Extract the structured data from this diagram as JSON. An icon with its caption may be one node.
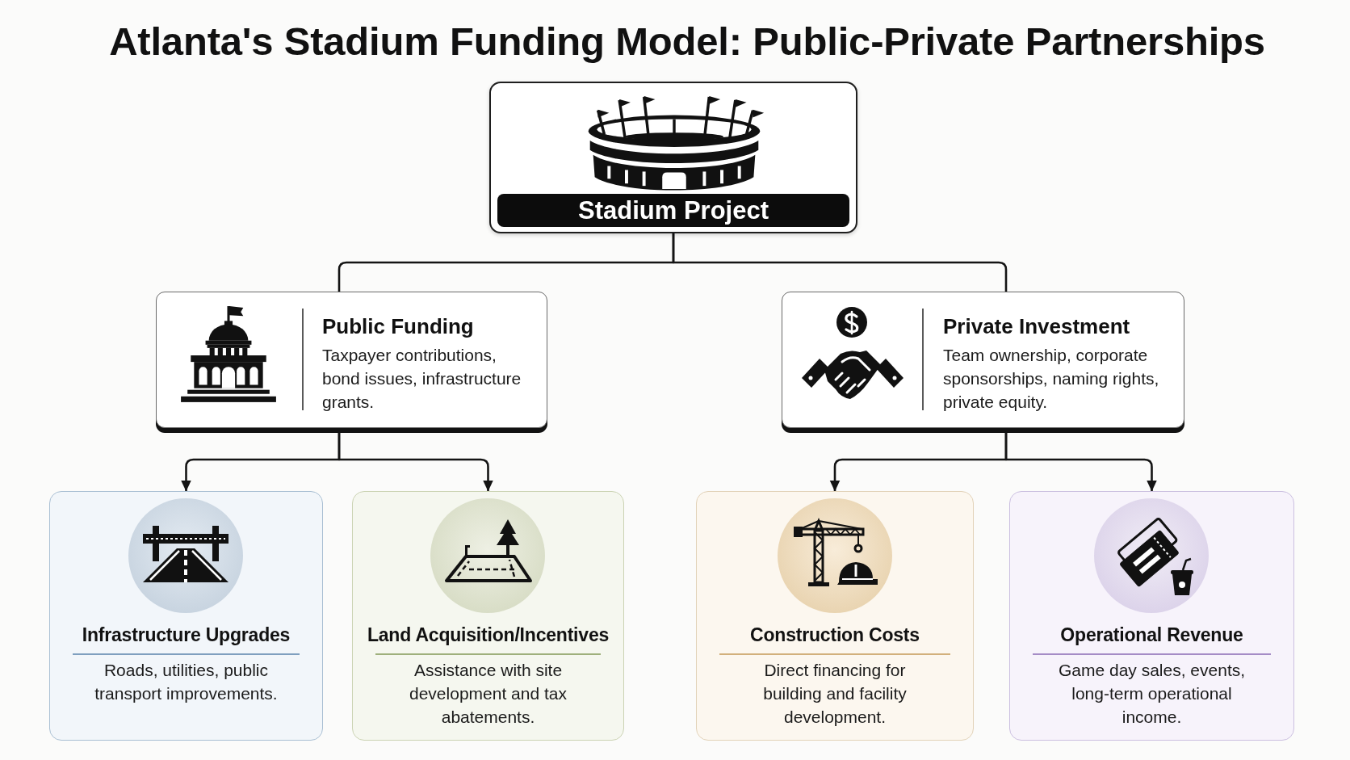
{
  "diagram": {
    "title": "Atlanta's Stadium Funding Model: Public-Private Partnerships",
    "nodes": [
      {
        "text": [
          "Stadium Project"
        ]
      },
      {
        "text": [
          "Public Funding",
          "Taxpayer contributions, bond issues, infrastructure grants."
        ]
      },
      {
        "text": [
          "Private Investment",
          "Team ownership, corporate sponsorships, naming rights, private equity."
        ]
      },
      {
        "text": [
          "Infrastructure Upgrades",
          "Roads, utilities, public transport improvements."
        ]
      },
      {
        "text": [
          "Land Acquisition/Incentives",
          "Assistance with site development and tax abatements."
        ]
      },
      {
        "text": [
          "Construction Costs",
          "Direct financing for building and facility development."
        ]
      },
      {
        "text": [
          "Operational Revenue",
          "Game day sales, events, long-term operational income."
        ]
      }
    ],
    "edges": [
      {
        "from": 0,
        "to": 1,
        "arrow": "none"
      },
      {
        "from": 0,
        "to": 2,
        "arrow": "none"
      },
      {
        "from": 1,
        "to": 3,
        "arrow": "to"
      },
      {
        "from": 1,
        "to": 4,
        "arrow": "to"
      },
      {
        "from": 2,
        "to": 5,
        "arrow": "to"
      },
      {
        "from": 2,
        "to": 6,
        "arrow": "to"
      }
    ]
  }
}
